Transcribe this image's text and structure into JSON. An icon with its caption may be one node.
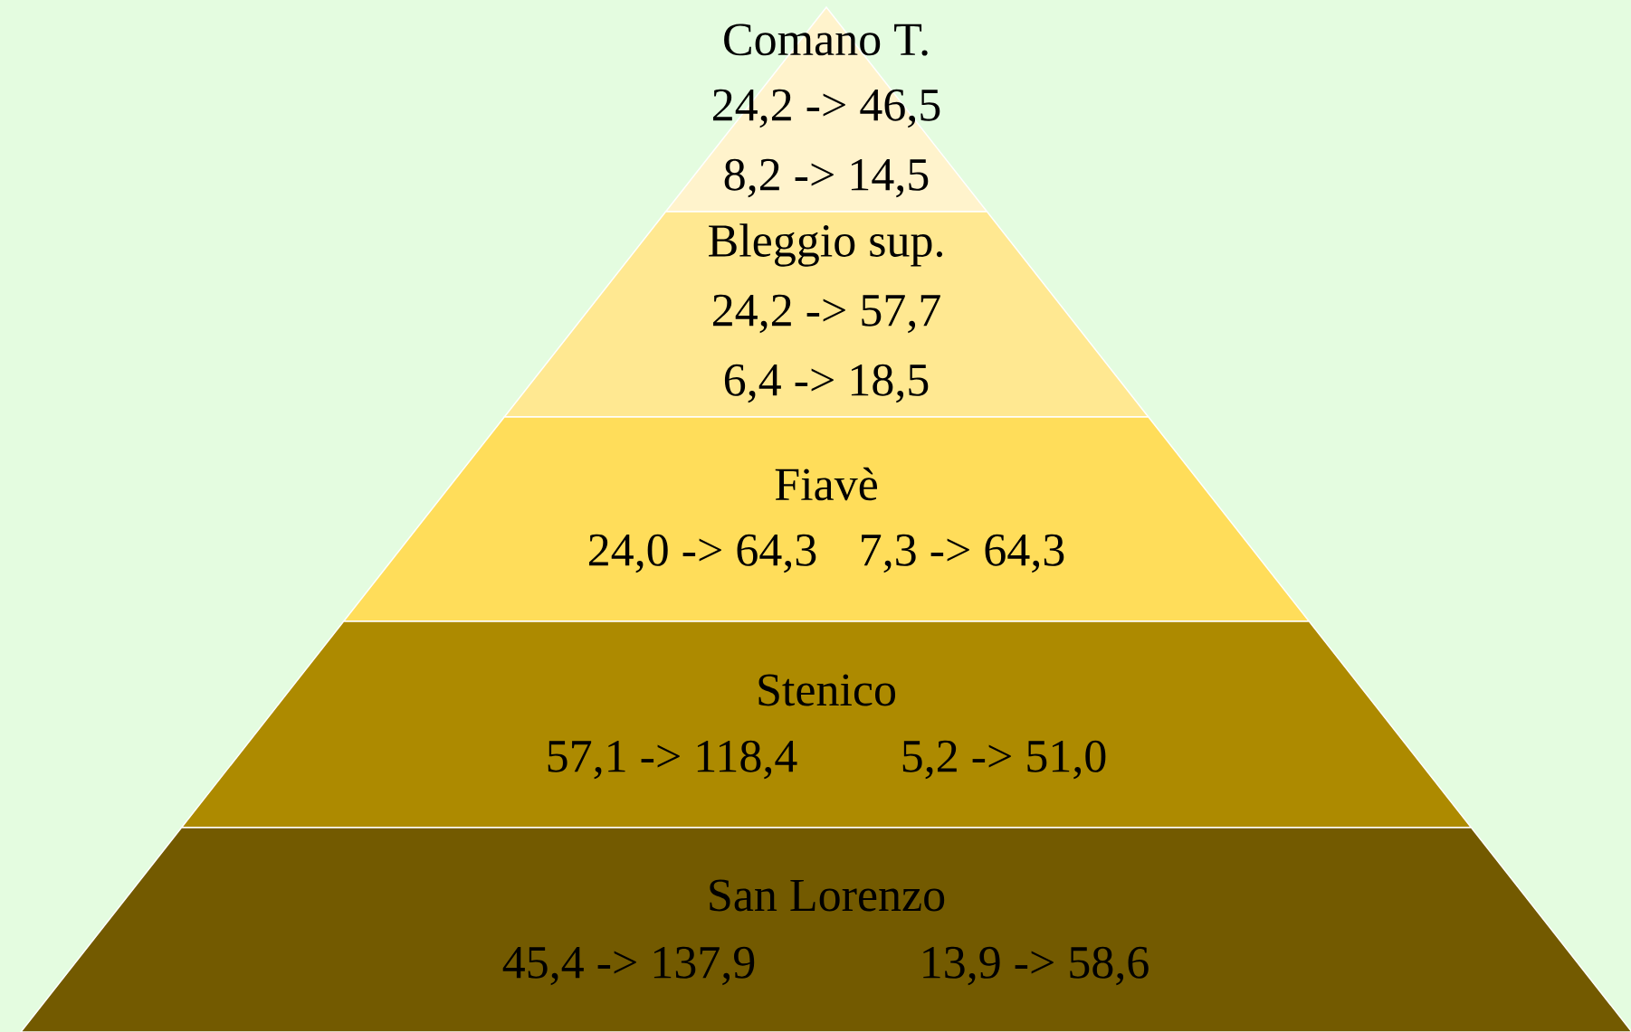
{
  "diagram": {
    "nodes": [
      {
        "text": [
          "Comano T.",
          "24,2 -> 46,5",
          "8,2 -> 14,5"
        ]
      },
      {
        "text": [
          "Bleggio sup.",
          "24,2 -> 57,7",
          "6,4 -> 18,5"
        ]
      },
      {
        "text": [
          "Fiavè",
          "24,0 -> 64,3",
          "7,3 -> 64,3"
        ]
      },
      {
        "text": [
          "Stenico",
          "57,1 -> 118,4",
          "5,2 -> 51,0"
        ]
      },
      {
        "text": [
          "San Lorenzo",
          "45,4 -> 137,9",
          "13,9 -> 58,6"
        ]
      }
    ]
  }
}
